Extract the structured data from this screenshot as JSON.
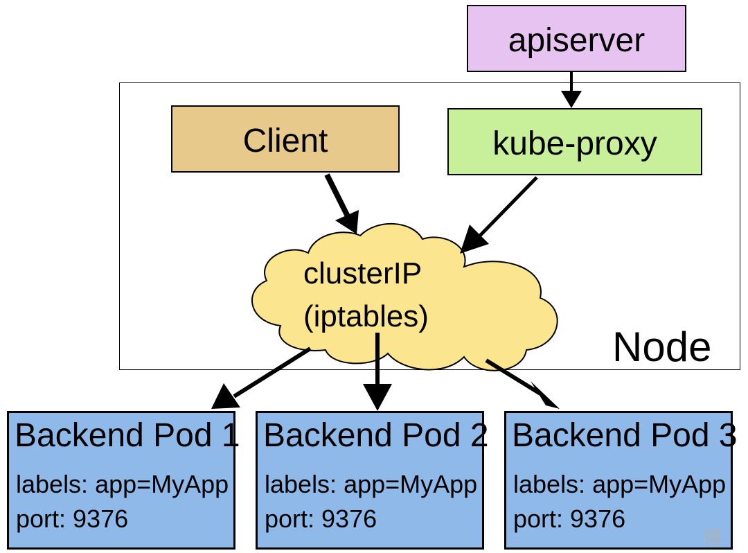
{
  "node": {
    "label": "Node"
  },
  "apiserver": {
    "label": "apiserver"
  },
  "client": {
    "label": "Client"
  },
  "kube_proxy": {
    "label": "kube-proxy"
  },
  "cluster_ip": {
    "line1": "clusterIP",
    "line2": "(iptables)"
  },
  "pods": [
    {
      "title": "Backend Pod 1",
      "labels": "labels: app=MyApp",
      "port": "port: 9376"
    },
    {
      "title": "Backend Pod 2",
      "labels": "labels: app=MyApp",
      "port": "port: 9376"
    },
    {
      "title": "Backend Pod 3",
      "labels": "labels: app=MyApp",
      "port": "port: 9376"
    }
  ],
  "watermark": "得",
  "colors": {
    "apiserver": "#e6c3f0",
    "client": "#e8c98c",
    "kube_proxy": "#c8f09a",
    "cloud": "#fce58f",
    "pod": "#8fb9e8"
  }
}
